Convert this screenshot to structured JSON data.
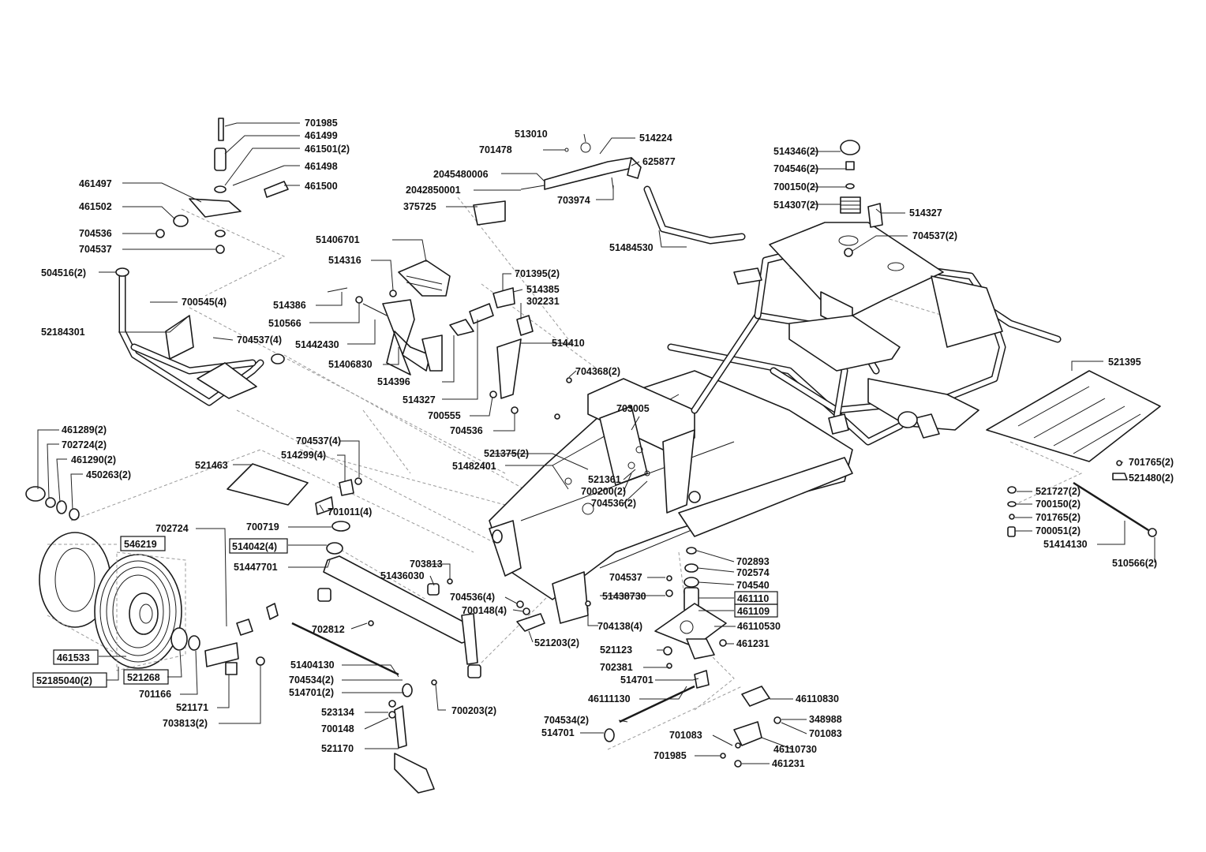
{
  "labels": {
    "l701985": "701985",
    "l461499": "461499",
    "l461501_2": "461501(2)",
    "l461498": "461498",
    "l461497": "461497",
    "l461500": "461500",
    "l461502": "461502",
    "l704536_a": "704536",
    "l704537_a": "704537",
    "l504516_2": "504516(2)",
    "l700545_4": "700545(4)",
    "l52184301": "52184301",
    "l704537_4a": "704537(4)",
    "l513010": "513010",
    "l701478": "701478",
    "l514224": "514224",
    "l625877": "625877",
    "l2045480006": "2045480006",
    "l2042850001": "2042850001",
    "l375725": "375725",
    "l703974": "703974",
    "l51484530": "51484530",
    "l51406701": "51406701",
    "l514316": "514316",
    "l514386": "514386",
    "l510566": "510566",
    "l51442430": "51442430",
    "l51406830": "51406830",
    "l514396": "514396",
    "l514327_a": "514327",
    "l701395_2": "701395(2)",
    "l514385": "514385",
    "l302231": "302231",
    "l514410": "514410",
    "l700555": "700555",
    "l704536_b": "704536",
    "l514346_2": "514346(2)",
    "l704546_2": "704546(2)",
    "l700150_2a": "700150(2)",
    "l514307_2": "514307(2)",
    "l514327_b": "514327",
    "l704537_2": "704537(2)",
    "l704368_2": "704368(2)",
    "l703005": "703005",
    "l521375_2": "521375(2)",
    "l51482401": "51482401",
    "l521361": "521361",
    "l700200_2": "700200(2)",
    "l704536_2a": "704536(2)",
    "l521395": "521395",
    "l701765_2a": "701765(2)",
    "l521480_2": "521480(2)",
    "l521727_2": "521727(2)",
    "l700150_2b": "700150(2)",
    "l701765_2b": "701765(2)",
    "l700051_2": "700051(2)",
    "l51414130": "51414130",
    "l510566_2": "510566(2)",
    "l461289_2": "461289(2)",
    "l702724_2": "702724(2)",
    "l461290_2": "461290(2)",
    "l450263_2": "450263(2)",
    "l704537_4b": "704537(4)",
    "l514299_4": "514299(4)",
    "l521463": "521463",
    "l701011_4": "701011(4)",
    "l702724": "702724",
    "l700719": "700719",
    "l546219": "546219",
    "l514042_4": "514042(4)",
    "l51447701": "51447701",
    "l703813": "703813",
    "l51436030": "51436030",
    "l704537_b": "704537",
    "l51438730": "51438730",
    "l702893": "702893",
    "l702574": "702574",
    "l704540": "704540",
    "l461110": "461110",
    "l461109": "461109",
    "l704536_4": "704536(4)",
    "l700148_4": "700148(4)",
    "l704138_4": "704138(4)",
    "l46110530": "46110530",
    "l702812": "702812",
    "l521203_2": "521203(2)",
    "l521123": "521123",
    "l461231_a": "461231",
    "l461533": "461533",
    "l521268": "521268",
    "l52185040_2": "52185040(2)",
    "l701166": "701166",
    "l521171": "521171",
    "l703813_2": "703813(2)",
    "l51404130": "51404130",
    "l704534_2a": "704534(2)",
    "l514701_2": "514701(2)",
    "l700203_2": "700203(2)",
    "l702381": "702381",
    "l514701_a": "514701",
    "l46111130": "46111130",
    "l46110830": "46110830",
    "l523134": "523134",
    "l700148": "700148",
    "l521170": "521170",
    "l704534_2b": "704534(2)",
    "l514701_b": "514701",
    "l348988": "348988",
    "l701083_a": "701083",
    "l701083_b": "701083",
    "l46110730": "46110730",
    "l701985_b": "701985",
    "l461231_b": "461231"
  }
}
